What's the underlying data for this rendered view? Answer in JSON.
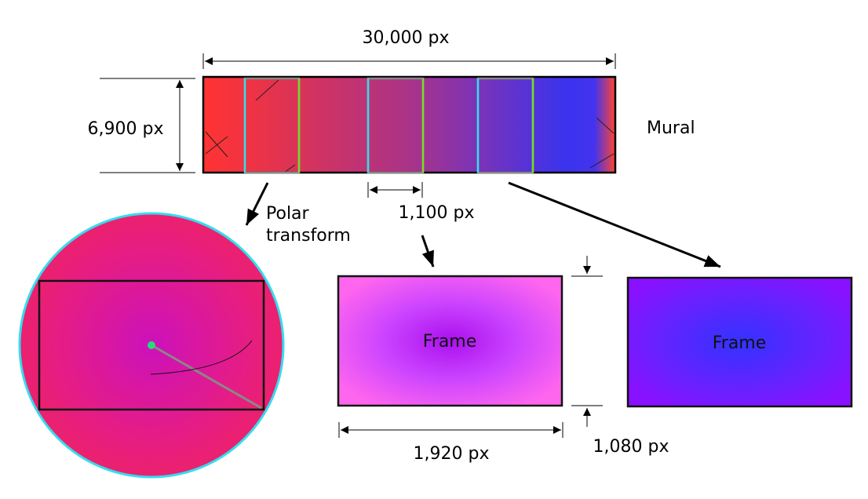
{
  "mural": {
    "label": "Mural",
    "width_label": "30,000 px",
    "height_label": "6,900 px",
    "window_width_label": "1,100 px"
  },
  "polar": {
    "label_line1": "Polar",
    "label_line2": "transform"
  },
  "frames": {
    "frame1_label": "Frame",
    "frame2_label": "Frame",
    "width_label": "1,920 px",
    "height_label": "1,080 px"
  },
  "colors": {
    "window_left_edge": "#33ddee",
    "window_right_edge": "#77dd22",
    "circle_outline": "#33ddee",
    "center_dot": "#22dd77"
  }
}
